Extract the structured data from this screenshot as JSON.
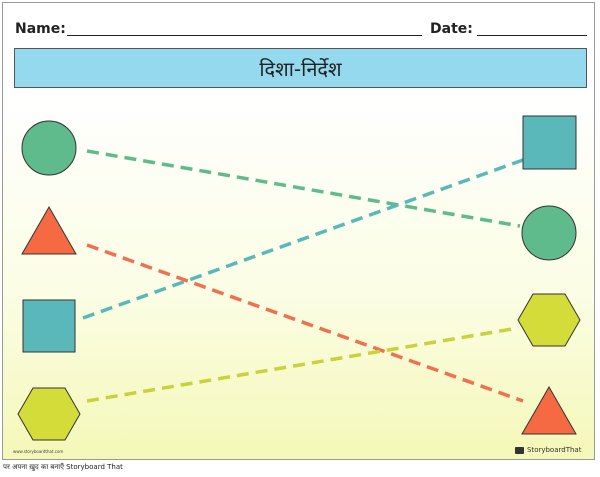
{
  "worksheet": {
    "name_label": "Name:",
    "date_label": "Date:",
    "title": "दिशा-निर्देश",
    "left_shapes": [
      "circle",
      "triangle",
      "square",
      "hexagon"
    ],
    "right_shapes": [
      "square",
      "circle",
      "hexagon",
      "triangle"
    ],
    "connections": [
      {
        "from": "circle",
        "to": "circle",
        "color": "#5fbb8c"
      },
      {
        "from": "triangle",
        "to": "triangle",
        "color": "#f07050"
      },
      {
        "from": "square",
        "to": "square",
        "color": "#5ab8bb"
      },
      {
        "from": "hexagon",
        "to": "hexagon",
        "color": "#c8d23c"
      }
    ],
    "colors": {
      "circle": "#5fbb8c",
      "triangle": "#f56a43",
      "square": "#5ab8bb",
      "hexagon": "#d4dc3a",
      "banner": "#95d9ee"
    },
    "watermark_url": "www.storyboardthat.com",
    "logo_text": "StoryboardThat"
  },
  "footer": {
    "credit": "पर अपना ख़ुद का बनाएँ Storyboard That"
  }
}
